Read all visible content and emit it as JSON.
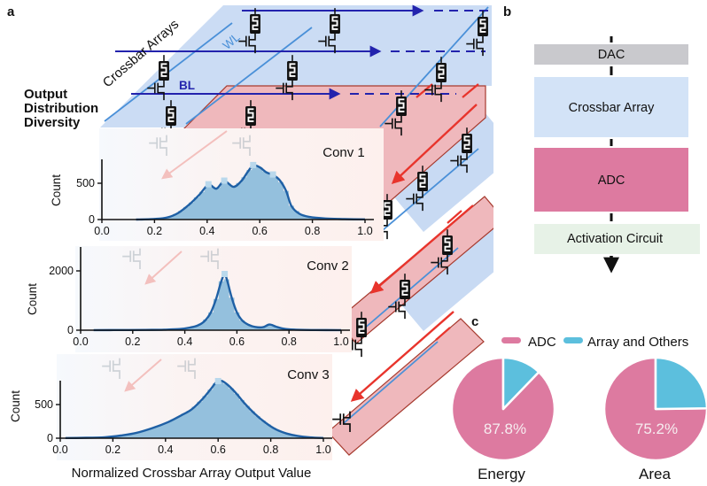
{
  "panel_a": {
    "label": "a",
    "side_title": [
      "Output",
      "Distribution",
      "Diversity"
    ],
    "crossbar_arrays_label": "Crossbar Arrays",
    "wl_label": "WL",
    "bl_label": "BL",
    "xlabel": "Normalized Crossbar Array Output Value",
    "histograms": [
      {
        "title": "Conv 1",
        "ylabel": "Count"
      },
      {
        "title": "Conv 2",
        "ylabel": "Count"
      },
      {
        "title": "Conv 3",
        "ylabel": "Count"
      }
    ]
  },
  "panel_b": {
    "label": "b",
    "boxes": [
      {
        "label": "DAC",
        "color": "#c9c9cd"
      },
      {
        "label": "Crossbar Array",
        "color": "#d3e3f7"
      },
      {
        "label": "ADC",
        "color": "#dd7aa0"
      },
      {
        "label": "Activation Circuit",
        "color": "#e7f2e7"
      }
    ]
  },
  "panel_c": {
    "label": "c",
    "legend": [
      {
        "label": "ADC",
        "color": "#dd7aa0"
      },
      {
        "label": "Array and Others",
        "color": "#5cbfdd"
      }
    ],
    "pies": [
      {
        "title": "Energy",
        "value_label": "87.8%"
      },
      {
        "title": "Area",
        "value_label": "75.2%"
      }
    ]
  },
  "chart_data": [
    {
      "type": "area",
      "title": "Conv 1",
      "xlabel": "Normalized Crossbar Array Output Value",
      "ylabel": "Count",
      "xlim": [
        0,
        1
      ],
      "xticks": [
        "0.0",
        "0.2",
        "0.4",
        "0.6",
        "0.8",
        "1.0"
      ],
      "yticks": [
        0,
        500
      ],
      "x": [
        0.13,
        0.2,
        0.25,
        0.29,
        0.33,
        0.37,
        0.405,
        0.435,
        0.465,
        0.5,
        0.53,
        0.555,
        0.575,
        0.6,
        0.625,
        0.65,
        0.675,
        0.7,
        0.72,
        0.75,
        0.79,
        0.85,
        0.92,
        1.0
      ],
      "counts": [
        0,
        8,
        30,
        90,
        200,
        340,
        480,
        425,
        530,
        450,
        530,
        660,
        745,
        720,
        650,
        615,
        545,
        395,
        190,
        80,
        35,
        15,
        6,
        2
      ],
      "marker_x": [
        0.405,
        0.465,
        0.575,
        0.65
      ]
    },
    {
      "type": "area",
      "title": "Conv 2",
      "xlabel": "Normalized Crossbar Array Output Value",
      "ylabel": "Count",
      "xlim": [
        0,
        1
      ],
      "xticks": [
        "0.0",
        "0.2",
        "0.4",
        "0.6",
        "0.8",
        "1.0"
      ],
      "yticks": [
        0,
        2000
      ],
      "x": [
        0.05,
        0.15,
        0.25,
        0.32,
        0.38,
        0.42,
        0.45,
        0.475,
        0.5,
        0.52,
        0.54,
        0.553,
        0.565,
        0.58,
        0.6,
        0.62,
        0.645,
        0.67,
        0.7,
        0.725,
        0.75,
        0.78,
        0.82,
        0.9,
        1.0
      ],
      "counts": [
        2,
        5,
        10,
        18,
        40,
        90,
        160,
        300,
        600,
        1050,
        1650,
        1880,
        1600,
        1100,
        600,
        330,
        180,
        110,
        100,
        190,
        120,
        50,
        20,
        6,
        2
      ],
      "marker_x": [
        0.553
      ]
    },
    {
      "type": "area",
      "title": "Conv 3",
      "xlabel": "Normalized Crossbar Array Output Value",
      "ylabel": "Count",
      "xlim": [
        0,
        1
      ],
      "xticks": [
        "0.0",
        "0.2",
        "0.4",
        "0.6",
        "0.8",
        "1.0"
      ],
      "yticks": [
        0,
        500
      ],
      "x": [
        0.02,
        0.1,
        0.17,
        0.23,
        0.29,
        0.35,
        0.41,
        0.46,
        0.5,
        0.54,
        0.57,
        0.595,
        0.615,
        0.64,
        0.67,
        0.7,
        0.74,
        0.78,
        0.82,
        0.86,
        0.9,
        0.95,
        1.0
      ],
      "counts": [
        2,
        6,
        15,
        40,
        80,
        150,
        240,
        340,
        430,
        580,
        720,
        840,
        850,
        780,
        660,
        520,
        360,
        230,
        130,
        70,
        35,
        12,
        3
      ],
      "marker_x": [
        0.6
      ]
    },
    {
      "type": "pie",
      "title": "Energy",
      "labels": [
        "ADC",
        "Array and Others"
      ],
      "values": [
        87.8,
        12.2
      ],
      "colors": [
        "#dd7aa0",
        "#5cbfdd"
      ],
      "value_label": "87.8%"
    },
    {
      "type": "pie",
      "title": "Area",
      "labels": [
        "ADC",
        "Array and Others"
      ],
      "values": [
        75.2,
        24.8
      ],
      "colors": [
        "#dd7aa0",
        "#5cbfdd"
      ],
      "value_label": "75.2%"
    }
  ]
}
